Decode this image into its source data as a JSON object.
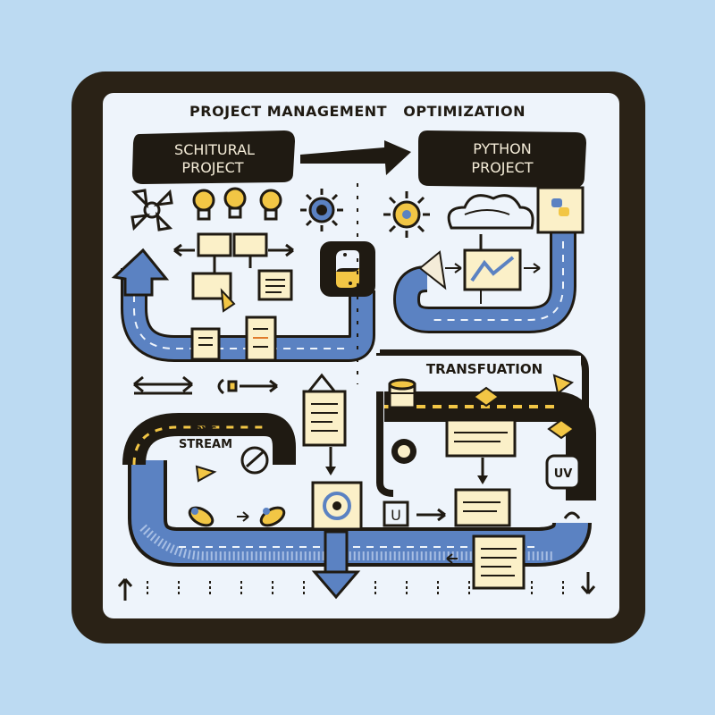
{
  "diagram": {
    "title": "PROJECT MANAGEMENT   OPTIMIZATION",
    "left_box_label": [
      "SCHITURAL",
      "PROJECT"
    ],
    "right_box_label": [
      "PYTHON",
      "PROJECT"
    ],
    "transformation_label": "TRANSFUATION",
    "stream_label": [
      "BY6",
      "STREAM"
    ],
    "u_box_label": "U",
    "uv_label": "UV"
  },
  "colors": {
    "background": "#bcdaf2",
    "frame": "#2a2216",
    "panel": "#eef4fb",
    "path_blue": "#5b82c2",
    "accent_yellow": "#f2c645",
    "note_cream": "#fbf0c8",
    "dark_ink": "#1f1a12"
  },
  "icons": [
    "lightbulb-icon",
    "fan-icon",
    "gear-icon",
    "sun-icon",
    "cloud-icon",
    "python-logo-icon",
    "document-icon",
    "database-icon",
    "flowchart-icon",
    "chart-icon",
    "target-icon"
  ]
}
